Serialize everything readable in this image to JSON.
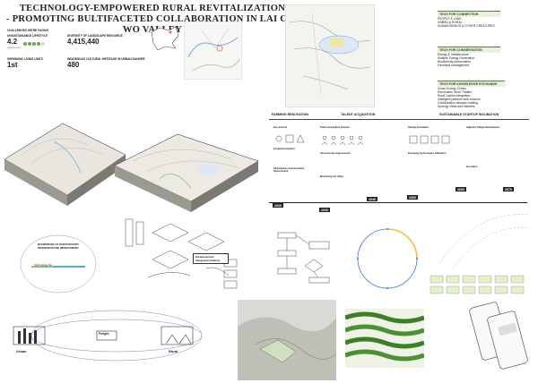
{
  "header": {
    "title_line1": "TECHNOLOGY-EMPOWERED RURAL REVITALIZATION",
    "title_line2": "- PROMOTING BULTIFACETED COLLABORATION IN LAI CHI WO VALLEY"
  },
  "intro": {
    "section_label": "CHALLENGES WE'RE FACING",
    "stats": [
      {
        "label": "UNSUSTAINABLE LIFESTYLE",
        "value": "4.2"
      },
      {
        "label": "DIVERSITY OF LANDSCAPE RESOURCE",
        "value": "4,415,440"
      },
      {
        "label": "SHRINKING LIVING UNITS",
        "value": "1st"
      },
      {
        "label": "INDIGENOUS CULTURAL HERITAGE IN URBAN DANGER",
        "value": "480"
      }
    ]
  },
  "tech": {
    "connection": {
      "heading": "TECH FOR CONNECTION",
      "items": [
        "PEOPLE & LAND",
        "URBAN & RURAL",
        "HUMAN BEINGS & OTHER CREATURES"
      ]
    },
    "conservation": {
      "heading": "TECH FOR CONSERVATION",
      "items": [
        "Energy & Infrastructure",
        "Multiple Energy Generation",
        "Biodiversity preservation",
        "Farmland management"
      ]
    },
    "knowledge": {
      "heading": "TECH FOR KNOWLEDGE EXCHANGE",
      "items": [
        "Urban Energy Clinics",
        "Renovation Work Tradies",
        "Rural Capital Integration",
        "Intelligent platform with creators",
        "Collaborative decision making",
        "Synergy Villas and Hamlets"
      ]
    }
  },
  "timeline": {
    "phases": [
      "FARMING RENOVATION",
      "TALENT ACQUISITION",
      "SUSTAINABLE STARTUP INCUBATION"
    ],
    "years": [
      "2020",
      "2030",
      "2040",
      "2050",
      "2060",
      "2070"
    ],
    "phase1_items": [
      "Eco-tourism",
      "Farmland Adoption",
      "Participatory Interdiscipline Improvement"
    ],
    "phase2_items": [
      "Talent Acquisition Scheme",
      "Infrastructure Improvement",
      "Monitoring the Valley"
    ],
    "phase3_items": [
      "Startup Incubation",
      "Emerging Technologies Utilization",
      "Adjacent Village Development",
      "Ecovation"
    ]
  },
  "diagrams": {
    "framework_heading": "FRAMEWORK OF PARTICIPATORY INTERDISCIPLINE IMPROVEMENT",
    "platform_label": "Parameterized Integrated platform",
    "urban_label": "Urban",
    "rural_label": "Rural",
    "freight_label": "Freight",
    "tech_label": "Technology Ne..."
  }
}
